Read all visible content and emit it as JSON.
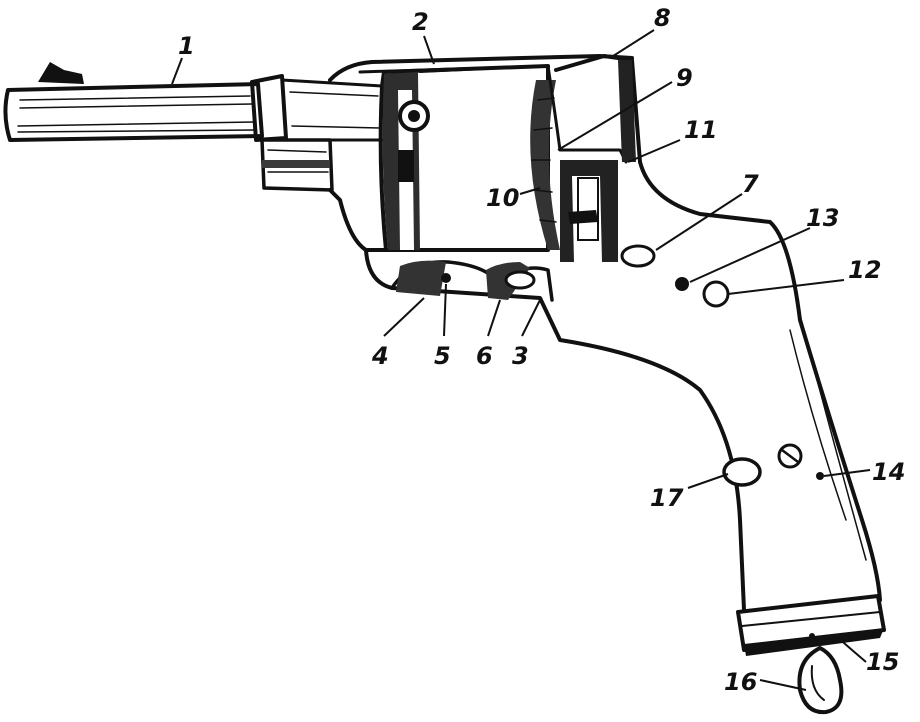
{
  "diagram": {
    "labels": [
      "1",
      "2",
      "3",
      "4",
      "5",
      "6",
      "7",
      "8",
      "9",
      "10",
      "11",
      "12",
      "13",
      "14",
      "15",
      "16",
      "17"
    ],
    "colors": {
      "ink": "#111111",
      "paper": "#ffffff",
      "shade": "#3a3a3a"
    }
  }
}
